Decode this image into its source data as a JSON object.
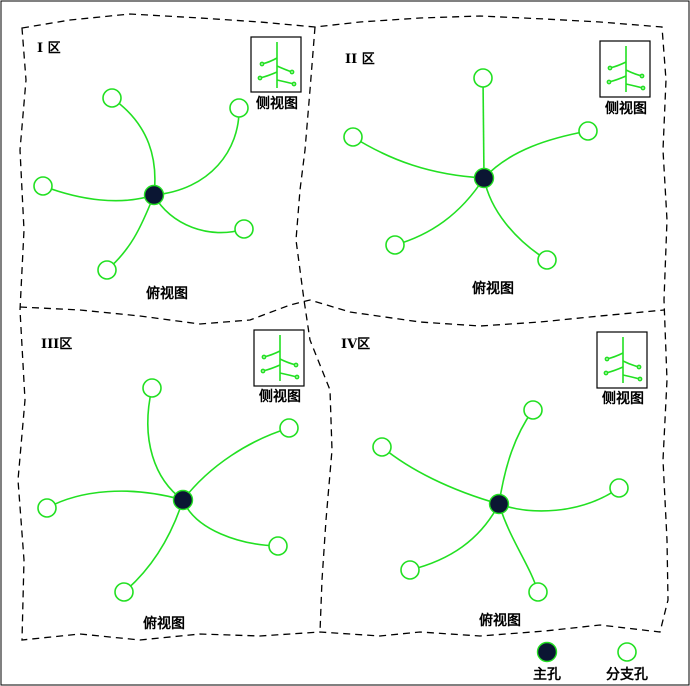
{
  "zones": [
    {
      "label": "I 区",
      "top_view_label": "俯视图",
      "side_view_label": "侧视图"
    },
    {
      "label": "II 区",
      "top_view_label": "俯视图",
      "side_view_label": "侧视图"
    },
    {
      "label": "III区",
      "top_view_label": "俯视图",
      "side_view_label": "侧视图"
    },
    {
      "label": "IV区",
      "top_view_label": "俯视图",
      "side_view_label": "侧视图"
    }
  ],
  "legend": {
    "main_hole_label": "主孔",
    "branch_hole_label": "分支孔"
  },
  "colors": {
    "branch": "#22e022",
    "main_hole": "#0b1633",
    "outline": "#000000"
  }
}
